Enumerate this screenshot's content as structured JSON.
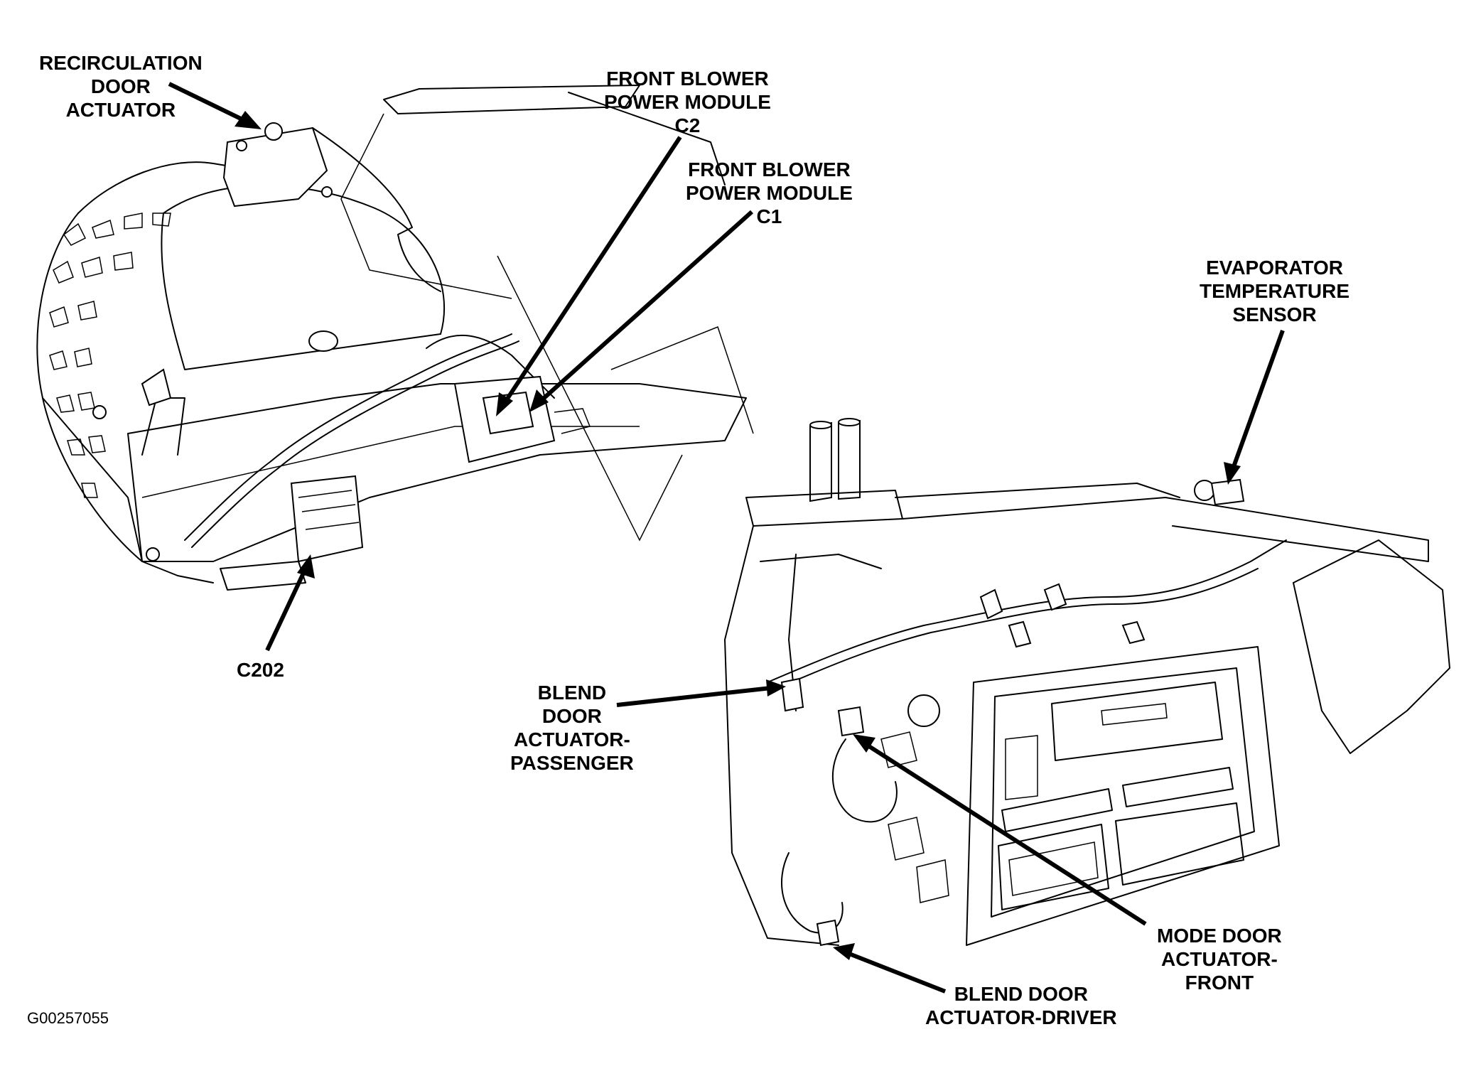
{
  "figure": {
    "id": "G00257055",
    "subject": "HVAC module component locations",
    "colors": {
      "line": "#000000",
      "background": "#ffffff"
    }
  },
  "labels": {
    "recirc": [
      "RECIRCULATION",
      "DOOR",
      "ACTUATOR"
    ],
    "blower_c2": [
      "FRONT BLOWER",
      "POWER MODULE",
      "C2"
    ],
    "blower_c1": [
      "FRONT BLOWER",
      "POWER MODULE",
      "C1"
    ],
    "evap_sensor": [
      "EVAPORATOR",
      "TEMPERATURE",
      "SENSOR"
    ],
    "c202": [
      "C202"
    ],
    "blend_passenger": [
      "BLEND",
      "DOOR",
      "ACTUATOR-",
      "PASSENGER"
    ],
    "mode_front": [
      "MODE DOOR",
      "ACTUATOR-",
      "FRONT"
    ],
    "blend_driver": [
      "BLEND DOOR",
      "ACTUATOR-DRIVER"
    ]
  }
}
